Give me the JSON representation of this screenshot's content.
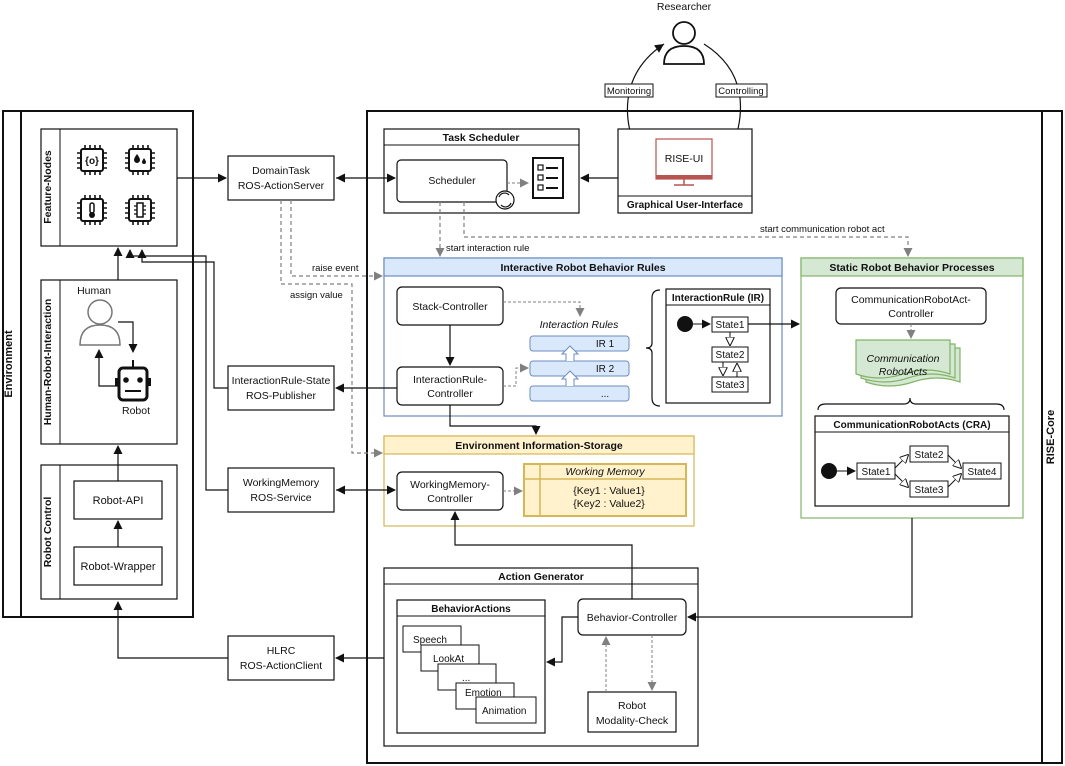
{
  "environment": {
    "title": "Environment",
    "feature_nodes_title": "Feature-Nodes",
    "hri_title": "Human-Robot-Interaction",
    "human_label": "Human",
    "robot_label": "Robot",
    "robot_control_title": "Robot Control",
    "robot_api": "Robot-API",
    "robot_wrapper": "Robot-Wrapper"
  },
  "ros": {
    "domaintask": [
      "DomainTask",
      "ROS-ActionServer"
    ],
    "interactionrule_state": [
      "InteractionRule-State",
      "ROS-Publisher"
    ],
    "workingmemory": [
      "WorkingMemory",
      "ROS-Service"
    ],
    "hlrc": [
      "HLRC",
      "ROS-ActionClient"
    ]
  },
  "researcher": {
    "label": "Researcher",
    "monitoring": "Monitoring",
    "controlling": "Controlling",
    "rise_ui": "RISE-UI",
    "gui_title": "Graphical User-Interface"
  },
  "core": {
    "title": "RISE-Core"
  },
  "task_scheduler": {
    "title": "Task Scheduler",
    "scheduler": "Scheduler"
  },
  "edges": {
    "start_interaction_rule": "start interaction rule",
    "start_communication": "start communication robot act",
    "raise_event": "raise event",
    "assign_value": "assign value"
  },
  "irbr": {
    "title": "Interactive Robot Behavior Rules",
    "stack_controller": "Stack-Controller",
    "interactionrule_controller": [
      "InteractionRule-",
      "Controller"
    ],
    "interaction_rules": "Interaction Rules",
    "ir1": "IR 1",
    "ir2": "IR 2",
    "ir_more": "...",
    "ir_box_title": "InteractionRule (IR)",
    "state1": "State1",
    "state2": "State2",
    "state3": "State3"
  },
  "eis": {
    "title": "Environment Information-Storage",
    "wm_controller": [
      "WorkingMemory-",
      "Controller"
    ],
    "working_memory": "Working Memory",
    "kv1": "{Key1 : Value1}",
    "kv2": "{Key2 : Value2}"
  },
  "srbp": {
    "title": "Static Robot Behavior Processes",
    "cra_controller": [
      "CommunicationRobotAct-",
      "Controller"
    ],
    "comm_acts": [
      "Communication",
      "RobotActs"
    ],
    "cra_box_title": "CommunicationRobotActs (CRA)",
    "state1": "State1",
    "state2": "State2",
    "state3": "State3",
    "state4": "State4"
  },
  "action_generator": {
    "title": "Action Generator",
    "behavior_actions": "BehaviorActions",
    "speech": "Speech",
    "lookat": "LookAt",
    "more": "...",
    "emotion": "Emotion",
    "animation": "Animation",
    "behavior_controller": "Behavior-Controller",
    "modality_check": [
      "Robot",
      "Modality-Check"
    ]
  },
  "colors": {
    "blue_fill": "#dae8fc",
    "blue_stroke": "#6c8ebf",
    "yellow_fill": "#fff2cc",
    "yellow_stroke": "#d6b656",
    "green_fill": "#d5e8d4",
    "green_stroke": "#82b366",
    "dashed_gray": "#808080"
  }
}
